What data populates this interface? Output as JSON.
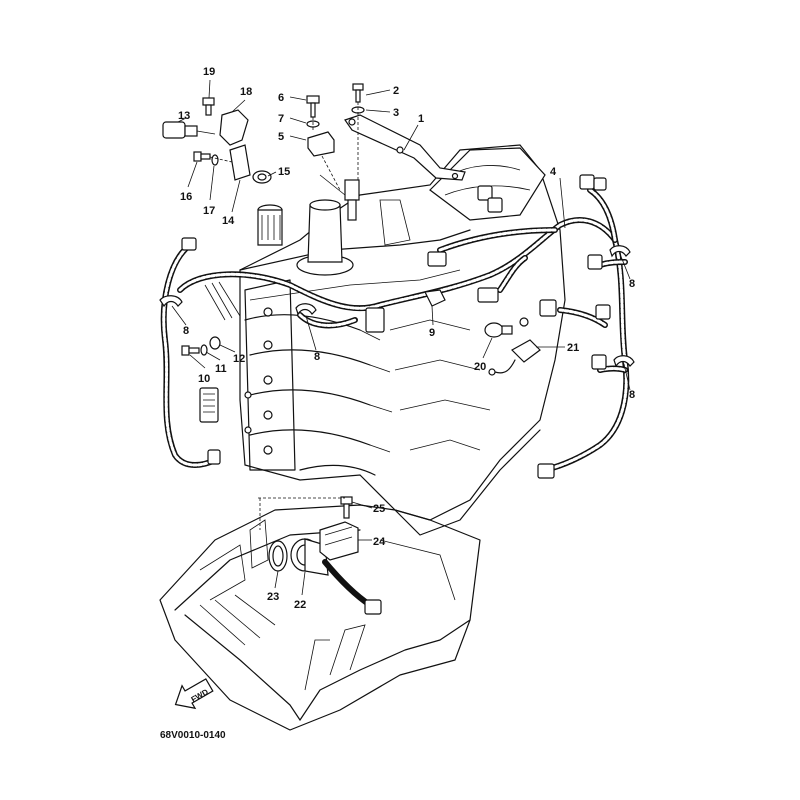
{
  "drawing_code": "68V0010-0140",
  "fwd_arrow_text": "FWD",
  "callouts": [
    {
      "id": "c1",
      "text": "1"
    },
    {
      "id": "c2",
      "text": "2"
    },
    {
      "id": "c3",
      "text": "3"
    },
    {
      "id": "c4",
      "text": "4"
    },
    {
      "id": "c5",
      "text": "5"
    },
    {
      "id": "c6",
      "text": "6"
    },
    {
      "id": "c7",
      "text": "7"
    },
    {
      "id": "c8a",
      "text": "8"
    },
    {
      "id": "c8b",
      "text": "8"
    },
    {
      "id": "c8c",
      "text": "8"
    },
    {
      "id": "c8d",
      "text": "8"
    },
    {
      "id": "c9",
      "text": "9"
    },
    {
      "id": "c10",
      "text": "10"
    },
    {
      "id": "c11",
      "text": "11"
    },
    {
      "id": "c12",
      "text": "12"
    },
    {
      "id": "c13",
      "text": "13"
    },
    {
      "id": "c14",
      "text": "14"
    },
    {
      "id": "c15",
      "text": "15"
    },
    {
      "id": "c16",
      "text": "16"
    },
    {
      "id": "c17",
      "text": "17"
    },
    {
      "id": "c18",
      "text": "18"
    },
    {
      "id": "c19",
      "text": "19"
    },
    {
      "id": "c20",
      "text": "20"
    },
    {
      "id": "c21",
      "text": "21"
    },
    {
      "id": "c22",
      "text": "22"
    },
    {
      "id": "c23",
      "text": "23"
    },
    {
      "id": "c24",
      "text": "24"
    },
    {
      "id": "c25",
      "text": "25"
    }
  ],
  "colors": {
    "line": "#111111",
    "background": "#ffffff"
  }
}
